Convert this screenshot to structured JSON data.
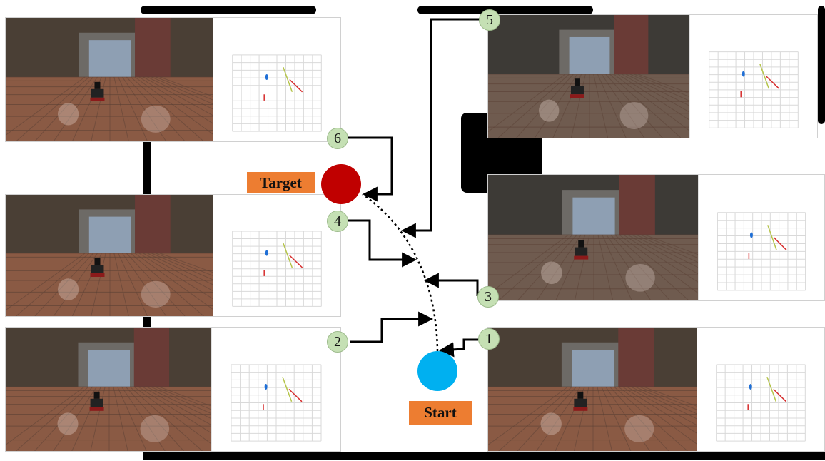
{
  "markers": {
    "start_label": "Start",
    "target_label": "Target",
    "start_color": "#00b0f0",
    "target_color": "#c00000",
    "tag_color": "#ed7d31",
    "step_color": "#c5e0b4"
  },
  "steps": [
    "1",
    "2",
    "3",
    "4",
    "5",
    "6"
  ],
  "panels": [
    {
      "step": "1",
      "content": "robot-hallway-photo-and-map"
    },
    {
      "step": "2",
      "content": "robot-hallway-photo-and-map"
    },
    {
      "step": "3",
      "content": "robot-hallway-photo-and-map"
    },
    {
      "step": "4",
      "content": "robot-hallway-photo-and-map"
    },
    {
      "step": "5",
      "content": "robot-hallway-photo-and-map"
    },
    {
      "step": "6",
      "content": "robot-hallway-photo-and-map"
    }
  ],
  "path_style": "dotted-arc"
}
